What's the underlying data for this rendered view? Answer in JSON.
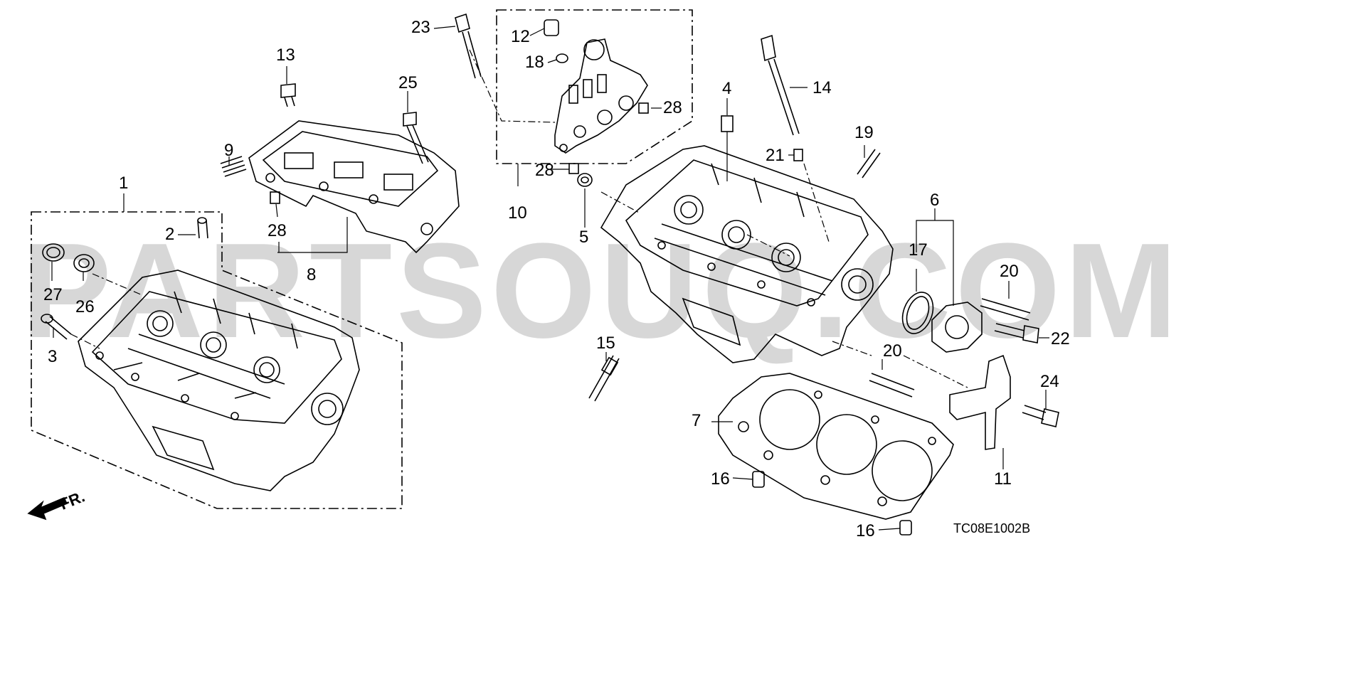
{
  "watermark": "PARTSOUQ.COM",
  "diagram_code": "TC08E1002B",
  "direction_label": "FR.",
  "callouts": {
    "c1": "1",
    "c2": "2",
    "c3": "3",
    "c4": "4",
    "c5": "5",
    "c6": "6",
    "c7": "7",
    "c8": "8",
    "c9": "9",
    "c10": "10",
    "c11": "11",
    "c12": "12",
    "c13": "13",
    "c14": "14",
    "c15": "15",
    "c16a": "16",
    "c16b": "16",
    "c17": "17",
    "c18": "18",
    "c19": "19",
    "c20a": "20",
    "c20b": "20",
    "c21": "21",
    "c22": "22",
    "c23": "23",
    "c24": "24",
    "c25": "25",
    "c26": "26",
    "c27": "27",
    "c28a": "28",
    "c28b": "28",
    "c28c": "28"
  }
}
